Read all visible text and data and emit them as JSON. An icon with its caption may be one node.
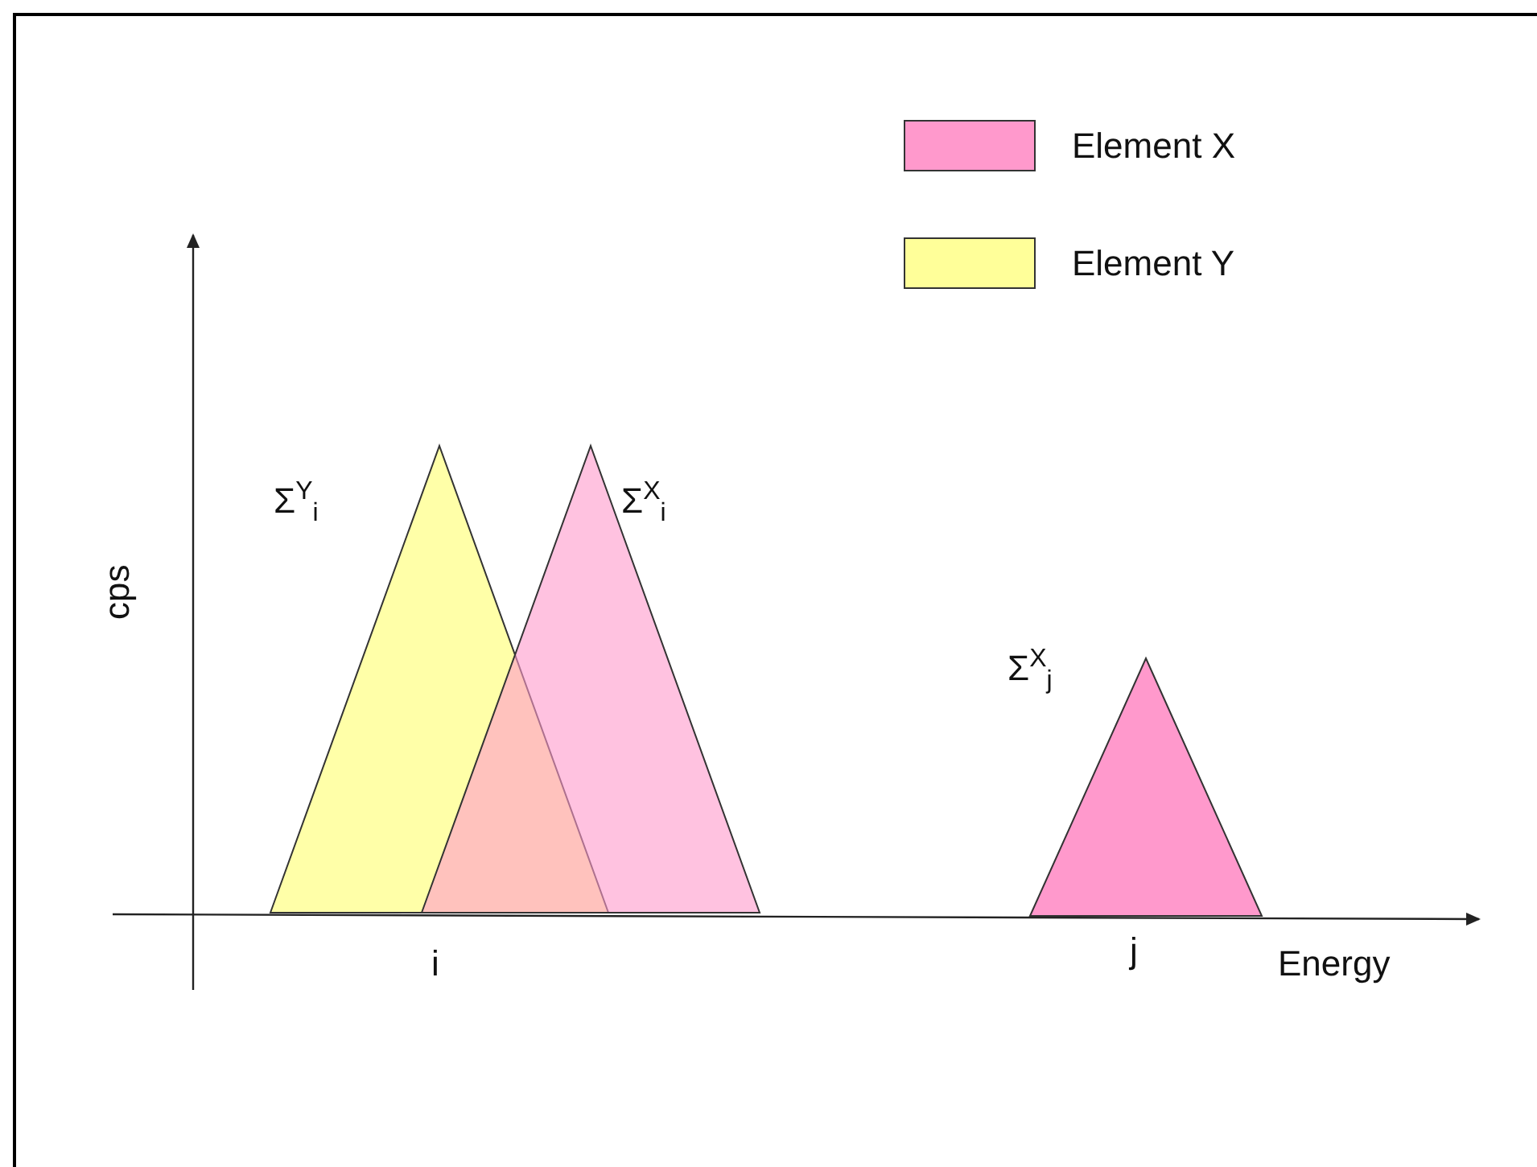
{
  "diagram": {
    "labels": [
      "cps",
      "Σ$^{Y}$$_{i}$",
      "Σ$^{X}$$_{i}$",
      "Σ$^{X}$$_{j}$",
      "i",
      "j",
      "Energy"
    ],
    "legend": [
      {
        "text": "Element X",
        "color": "#ff99cc"
      },
      {
        "text": "Element Y",
        "color": "#ffff99"
      }
    ]
  }
}
